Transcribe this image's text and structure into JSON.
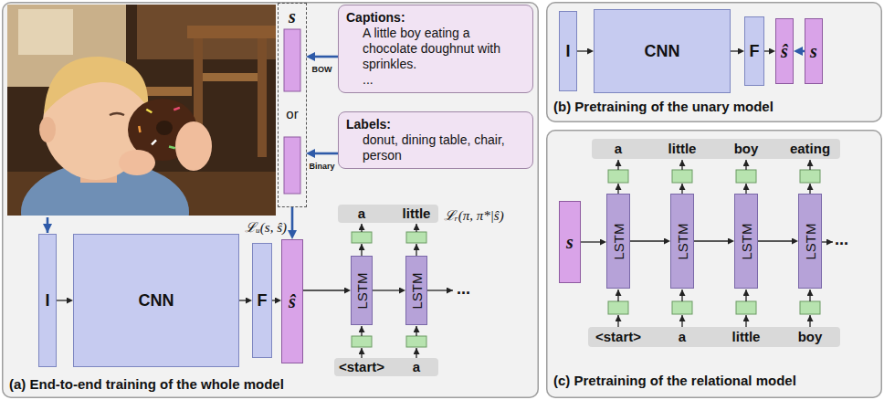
{
  "diagram": {
    "nodes": [
      {
        "text": [
          "(a) End-to-end training of the whole model"
        ]
      },
      {
        "text": [
          "s",
          "or"
        ],
        "in": 0
      },
      {
        "text": [
          "Captions:",
          "A little boy eating a chocolate doughnut with sprinkles.",
          "..."
        ],
        "in": 0
      },
      {
        "text": [
          "Labels:",
          "donut, dining table, chair, person"
        ],
        "in": 0
      },
      {
        "text": [
          "I"
        ],
        "in": 0
      },
      {
        "text": [
          "CNN"
        ],
        "in": 0
      },
      {
        "text": [
          "F"
        ],
        "in": 0
      },
      {
        "text": [
          "ŝ"
        ],
        "in": 0
      },
      {
        "text": [
          "a",
          "little"
        ],
        "in": 0
      },
      {
        "text": [
          "LSTM"
        ],
        "in": 0
      },
      {
        "text": [
          "LSTM"
        ],
        "in": 0
      },
      {
        "text": [
          "<start>",
          "a"
        ],
        "in": 0
      },
      {
        "text": [
          "(b) Pretraining of the unary model"
        ]
      },
      {
        "text": [
          "I"
        ],
        "in": 12
      },
      {
        "text": [
          "CNN"
        ],
        "in": 12
      },
      {
        "text": [
          "F"
        ],
        "in": 12
      },
      {
        "text": [
          "ŝ"
        ],
        "in": 12
      },
      {
        "text": [
          "s"
        ],
        "in": 12
      },
      {
        "text": [
          "(c) Pretraining of the relational model"
        ]
      },
      {
        "text": [
          "a",
          "little",
          "boy",
          "eating"
        ],
        "in": 18
      },
      {
        "text": [
          "s"
        ],
        "in": 18
      },
      {
        "text": [
          "LSTM"
        ],
        "in": 18
      },
      {
        "text": [
          "LSTM"
        ],
        "in": 18
      },
      {
        "text": [
          "LSTM"
        ],
        "in": 18
      },
      {
        "text": [
          "LSTM"
        ],
        "in": 18
      },
      {
        "text": [
          "<start>",
          "a",
          "little",
          "boy"
        ],
        "in": 18
      }
    ],
    "edges": [
      {
        "from": 2,
        "to": 1,
        "arrow": "to",
        "label": "BOW"
      },
      {
        "from": 3,
        "to": 1,
        "arrow": "to",
        "label": "Binary"
      },
      {
        "from": 1,
        "to": 7,
        "arrow": "to"
      },
      {
        "from": 4,
        "to": 5,
        "arrow": "to"
      },
      {
        "from": 5,
        "to": 6,
        "arrow": "to"
      },
      {
        "from": 6,
        "to": 7,
        "arrow": "to"
      },
      {
        "from": 7,
        "to": 9,
        "arrow": "to"
      },
      {
        "from": 9,
        "to": 10,
        "arrow": "to"
      },
      {
        "from": 13,
        "to": 14,
        "arrow": "to"
      },
      {
        "from": 14,
        "to": 15,
        "arrow": "to"
      },
      {
        "from": 15,
        "to": 16,
        "arrow": "to"
      },
      {
        "from": 17,
        "to": 16,
        "arrow": "to"
      },
      {
        "from": 20,
        "to": 21,
        "arrow": "to"
      },
      {
        "from": 21,
        "to": 22,
        "arrow": "to"
      },
      {
        "from": 22,
        "to": 23,
        "arrow": "to"
      },
      {
        "from": 23,
        "to": 24,
        "arrow": "to"
      }
    ],
    "labels": [
      "ℒᵤ(s, ŝ)",
      "ℒᵣ(π, π*|ŝ)",
      "...",
      "..."
    ]
  }
}
